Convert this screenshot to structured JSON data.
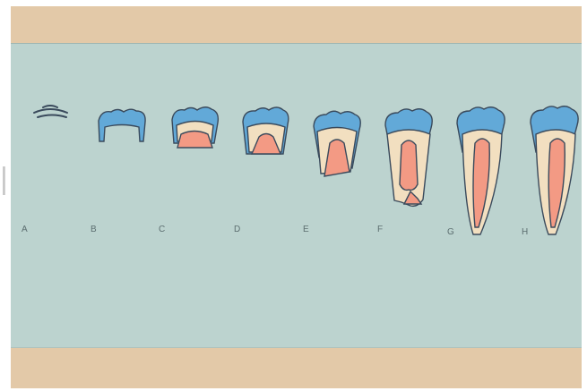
{
  "figure": {
    "stage_labels": [
      "A",
      "B",
      "C",
      "D",
      "E",
      "F",
      "G",
      "H"
    ]
  },
  "colors": {
    "enamel": "#62a9d8",
    "dentin": "#f2dfc0",
    "pulp": "#f39a84",
    "outline": "#3a4a5c",
    "background": "#bcd3cf",
    "frame": "#e3c9a8"
  }
}
